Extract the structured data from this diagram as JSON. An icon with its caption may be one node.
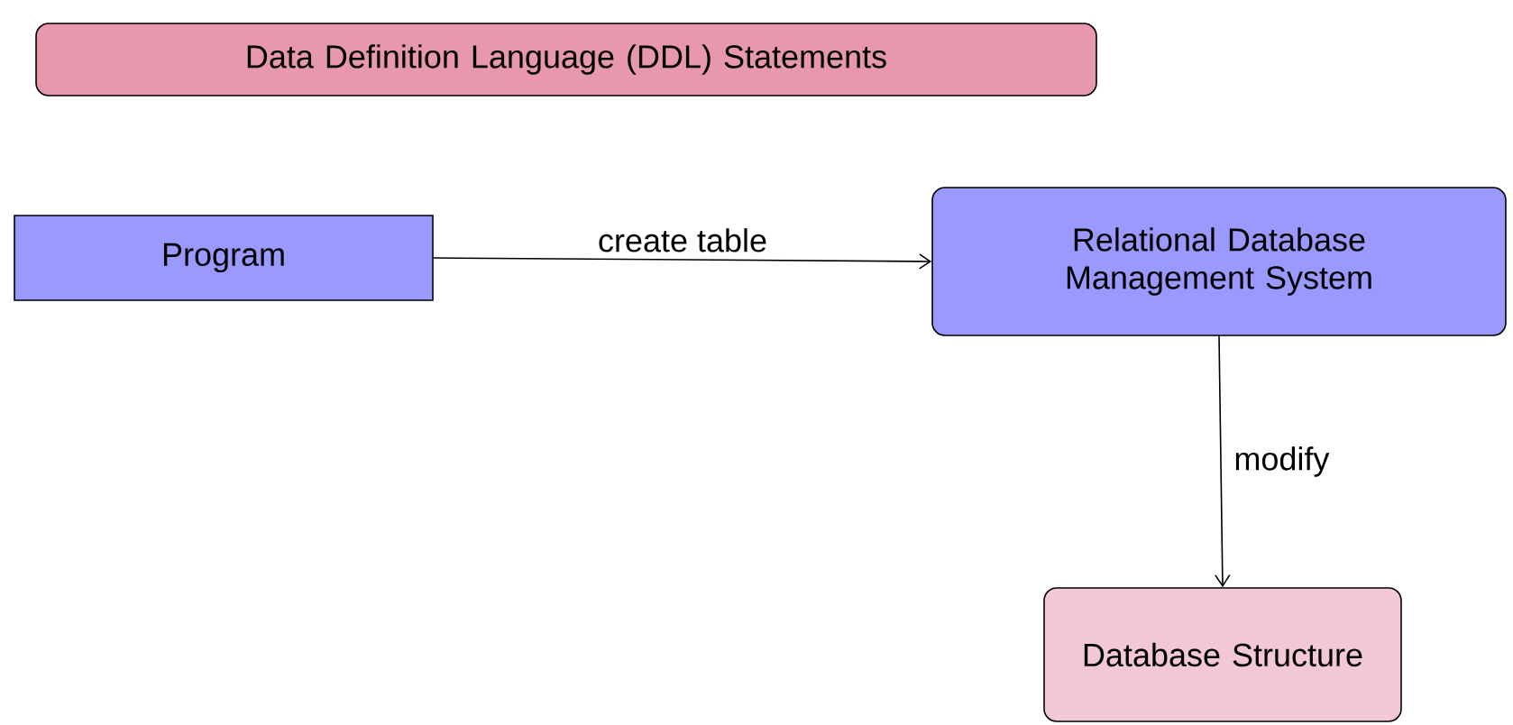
{
  "diagram": {
    "nodes": [
      {
        "text": [
          "Data Definition Language (DDL) Statements"
        ]
      },
      {
        "text": [
          "Program"
        ]
      },
      {
        "text": [
          "Relational Database Management System"
        ]
      },
      {
        "text": [
          "Database Structure"
        ]
      }
    ],
    "edges": [
      {
        "from": 1,
        "to": 2,
        "arrow": "to",
        "label": "create table"
      },
      {
        "from": 2,
        "to": 3,
        "arrow": "to",
        "label": "modify"
      }
    ]
  }
}
